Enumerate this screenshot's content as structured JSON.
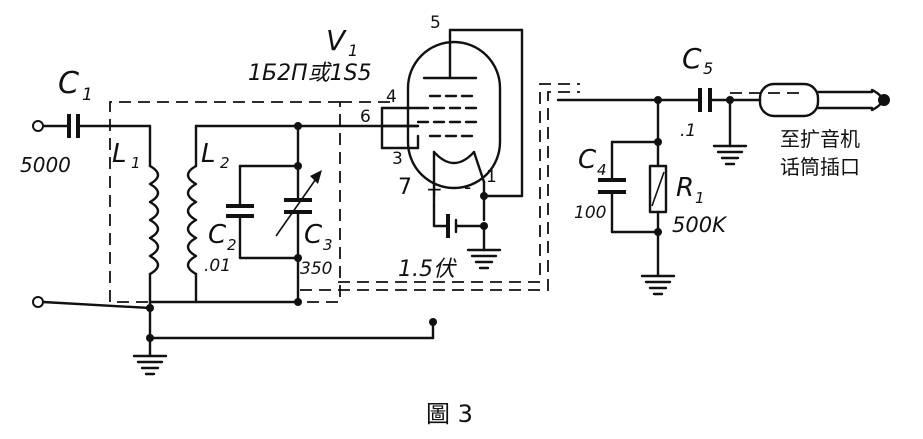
{
  "labels": {
    "c1": "C",
    "c1_sub": "1",
    "c1_val": "5000",
    "l1": "L",
    "l1_sub": "1",
    "l2": "L",
    "l2_sub": "2",
    "c2": "C",
    "c2_sub": "2",
    "c2_val": ".01",
    "c3": "C",
    "c3_sub": "3",
    "c3_val": "350",
    "v1": "V",
    "v1_sub": "1",
    "tube_type": "1Б2П或1S5",
    "pin4": "4",
    "pin5": "5",
    "pin6": "6",
    "pin3": "3",
    "pin7": "7",
    "pin1": "1",
    "battery": "1.5伏",
    "plus": "+",
    "minus": "-",
    "c4": "C",
    "c4_sub": "4",
    "c4_val": "100",
    "r1": "R",
    "r1_sub": "1",
    "r1_val": "500K",
    "c5": "C",
    "c5_sub": "5",
    "c5_val": ".1",
    "output_line1": "至扩音机",
    "output_line2": "话筒插口",
    "caption": "圖 3"
  }
}
